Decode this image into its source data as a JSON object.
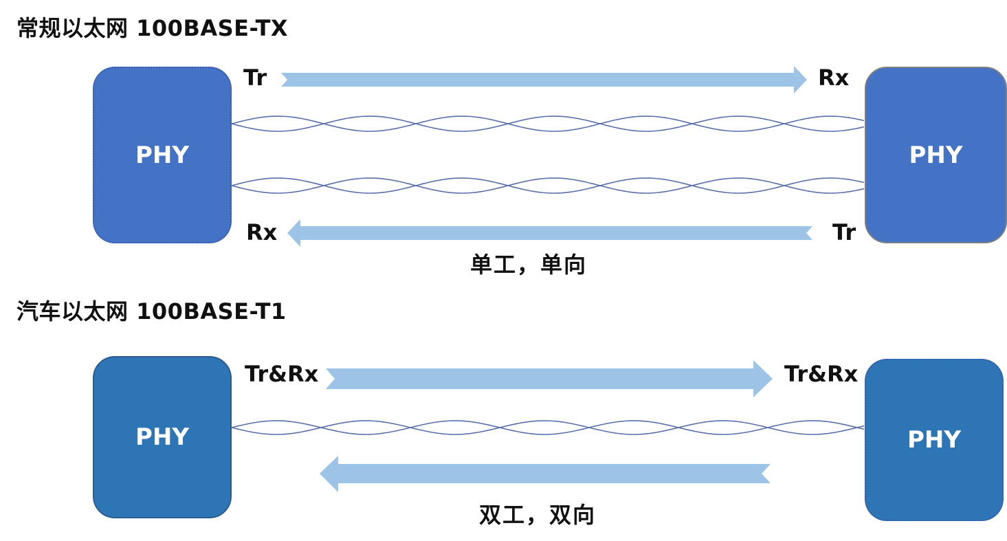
{
  "top_section": {
    "title": "常规以太网 100BASE-TX",
    "left_phy": "PHY",
    "right_phy": "PHY",
    "label_left_top": "Tr",
    "label_right_top": "Rx",
    "label_left_bottom": "Rx",
    "label_right_bottom": "Tr",
    "caption": "单工，单向"
  },
  "bottom_section": {
    "title": "汽车以太网 100BASE-T1",
    "left_phy": "PHY",
    "right_phy": "PHY",
    "label_left_top": "Tr&Rx",
    "label_right_top": "Tr&Rx",
    "caption": "双工，双向"
  },
  "colors": {
    "phy_top": "#4472c4",
    "phy_bottom": "#2e75b6",
    "arrow": "#9dc3e6",
    "wire": "#5a6fa8"
  }
}
